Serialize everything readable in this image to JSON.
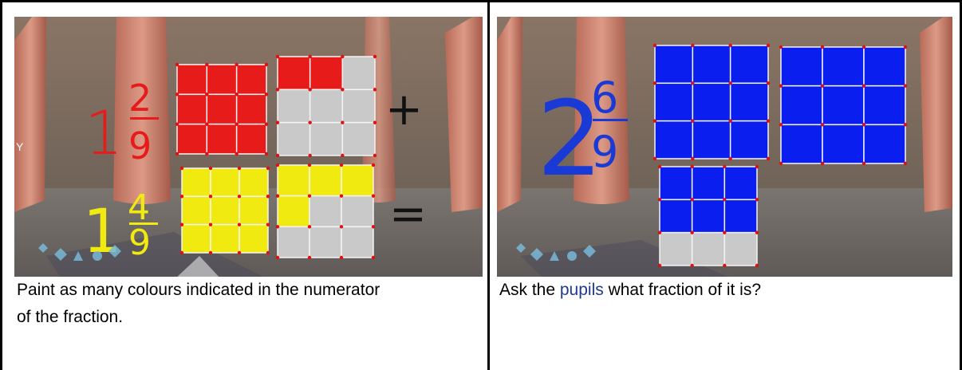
{
  "left_cell": {
    "caption": "Paint as many colours indicated in the numerator of the fraction.",
    "scene": {
      "axis_label": "Y",
      "top_whole": "1",
      "top_numerator": "2",
      "top_denominator": "9",
      "bottom_whole": "1",
      "bottom_numerator": "4",
      "bottom_denominator": "9",
      "plus_sign": "+",
      "equals_sign": "=",
      "top_color": "#e81b1b",
      "bottom_color": "#f0ea10",
      "empty_color": "#c9c9c9",
      "top_left_grid_painted": 9,
      "top_right_grid_painted": 2,
      "bottom_left_grid_painted": 9,
      "bottom_right_grid_painted": 4
    }
  },
  "right_cell": {
    "caption_before": "Ask the ",
    "caption_highlight": "pupils",
    "caption_after": " what fraction of it is?",
    "scene": {
      "whole": "2",
      "numerator": "6",
      "denominator": "9",
      "ink_color": "#1a3ad6",
      "fill_color": "#0a1ef0",
      "empty_color": "#c9c9c9",
      "grid1_painted": 9,
      "grid2_painted": 9,
      "grid3_painted": 6
    }
  }
}
